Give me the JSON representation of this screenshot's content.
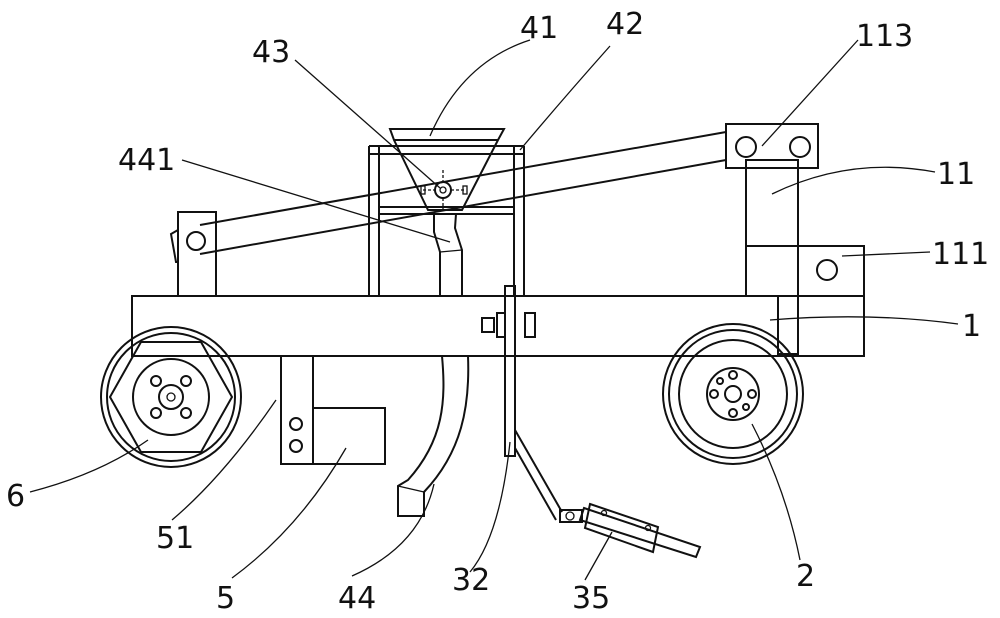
{
  "labels": {
    "l41": "41",
    "l42": "42",
    "l43": "43",
    "l113": "113",
    "l441": "441",
    "l11": "11",
    "l111": "111",
    "l1": "1",
    "l6": "6",
    "l51": "51",
    "l5": "5",
    "l44": "44",
    "l32": "32",
    "l35": "35",
    "l2": "2"
  }
}
